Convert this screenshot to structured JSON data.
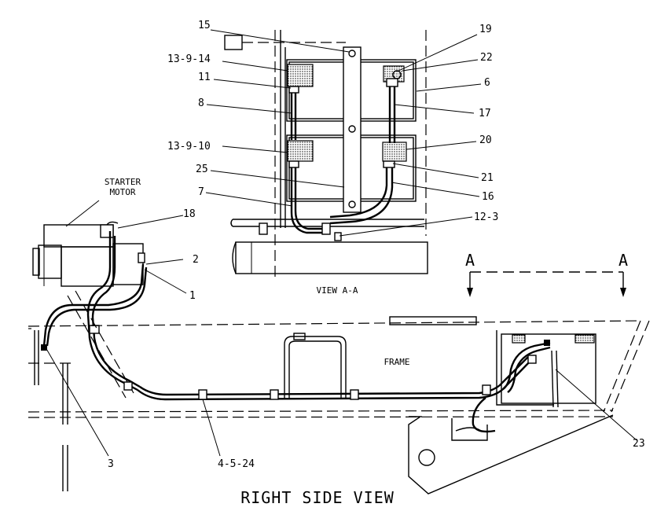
{
  "title": "RIGHT SIDE VIEW",
  "view_title": "VIEW A-A",
  "section_marker": "A",
  "frame_label": "FRAME",
  "starter_motor_label": {
    "line1": "STARTER",
    "line2": "MOTOR"
  },
  "callouts": {
    "c15": "15",
    "c19": "19",
    "c13_9_14": "13-9-14",
    "c22": "22",
    "c11": "11",
    "c6": "6",
    "c8": "8",
    "c17": "17",
    "c13_9_10": "13-9-10",
    "c20": "20",
    "c25": "25",
    "c21": "21",
    "c7": "7",
    "c16": "16",
    "c18": "18",
    "c12_3": "12-3",
    "c2": "2",
    "c1": "1",
    "c3": "3",
    "c4_5_24": "4-5-24",
    "c23": "23"
  }
}
